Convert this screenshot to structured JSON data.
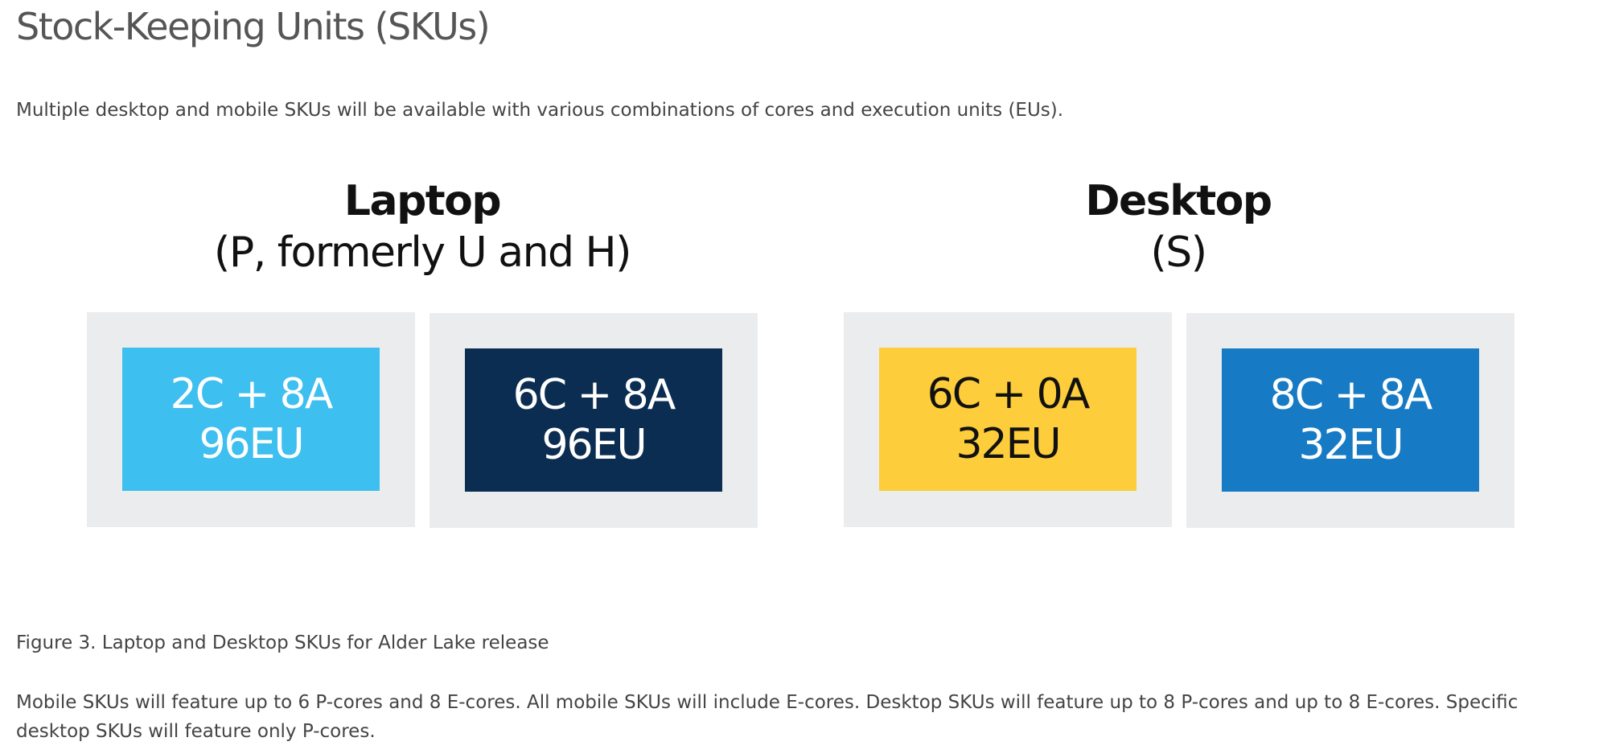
{
  "page": {
    "title": "Stock-Keeping Units (SKUs)",
    "intro": "Multiple desktop and mobile SKUs will be available with various combinations of cores and execution units (EUs).",
    "caption": "Figure 3. Laptop and Desktop SKUs for Alder Lake release",
    "body": "Mobile SKUs will feature up to 6 P-cores and 8 E-cores. All mobile SKUs will include E-cores. Desktop SKUs will feature up to 8 P-cores and up to 8 E-cores. Specific desktop SKUs will feature only P-cores."
  },
  "figure": {
    "groups": [
      {
        "title": "Laptop",
        "subtitle": "(P, formerly U and H)",
        "skus": [
          {
            "cores": "2C + 8A",
            "eus": "96EU",
            "color": "#3dbfef",
            "text_color": "#ffffff"
          },
          {
            "cores": "6C + 8A",
            "eus": "96EU",
            "color": "#0b2d51",
            "text_color": "#ffffff"
          }
        ]
      },
      {
        "title": "Desktop",
        "subtitle": "(S)",
        "skus": [
          {
            "cores": "6C + 0A",
            "eus": "32EU",
            "color": "#fdcd3b",
            "text_color": "#111111"
          },
          {
            "cores": "8C + 8A",
            "eus": "32EU",
            "color": "#167bc4",
            "text_color": "#ffffff"
          }
        ]
      }
    ]
  },
  "colors": {
    "frame_background": "#ebecee",
    "heading_text": "#111111",
    "body_text": "#444444"
  }
}
